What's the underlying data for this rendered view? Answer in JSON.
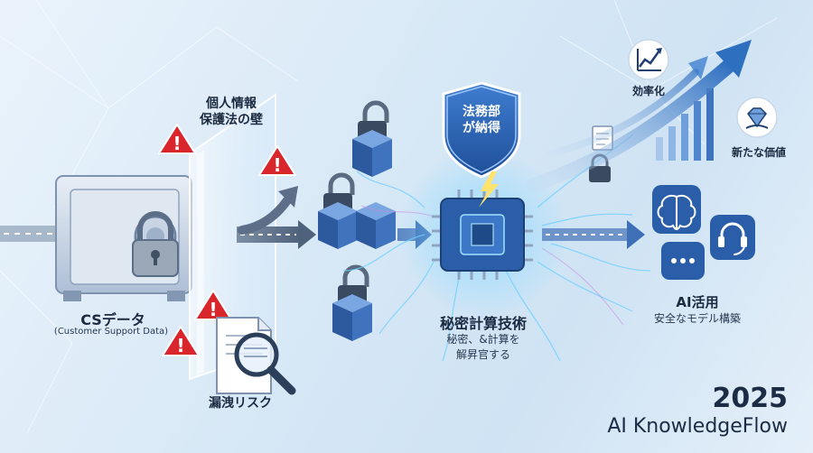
{
  "barrier": {
    "line1": "個人情報",
    "line2": "保護法の壁"
  },
  "source": {
    "title": "CSデータ",
    "subtitle": "(Customer Support Data)"
  },
  "leak": {
    "label": "漏洩リスク"
  },
  "compute": {
    "title": "秘密計算技術",
    "desc_line1": "秘密、&計算を",
    "desc_line2": "解昇官する"
  },
  "legal": {
    "line1": "法務部",
    "line2": "が納得"
  },
  "efficiency": {
    "label": "効率化"
  },
  "value": {
    "label": "新たな価値"
  },
  "ai": {
    "title": "AI活用",
    "subtitle": "安全なモデル構築"
  },
  "footer": {
    "year": "2025",
    "brand": "AI KnowledgeFlow"
  },
  "colors": {
    "accent": "#2f6fc0",
    "navy": "#1f3f73",
    "warning": "#d8262c",
    "cube": "#3d6fb6",
    "chip": "#2a5ea9",
    "glow": "#7fd7ff"
  },
  "icons": [
    "safe-icon",
    "padlock-icon",
    "warning-icon",
    "document-icon",
    "magnifier-icon",
    "cube-lock-icon",
    "shield-icon",
    "chip-icon",
    "chart-icon",
    "diamond-icon",
    "brain-icon",
    "chat-icon",
    "headset-icon",
    "growth-arrow-icon"
  ]
}
